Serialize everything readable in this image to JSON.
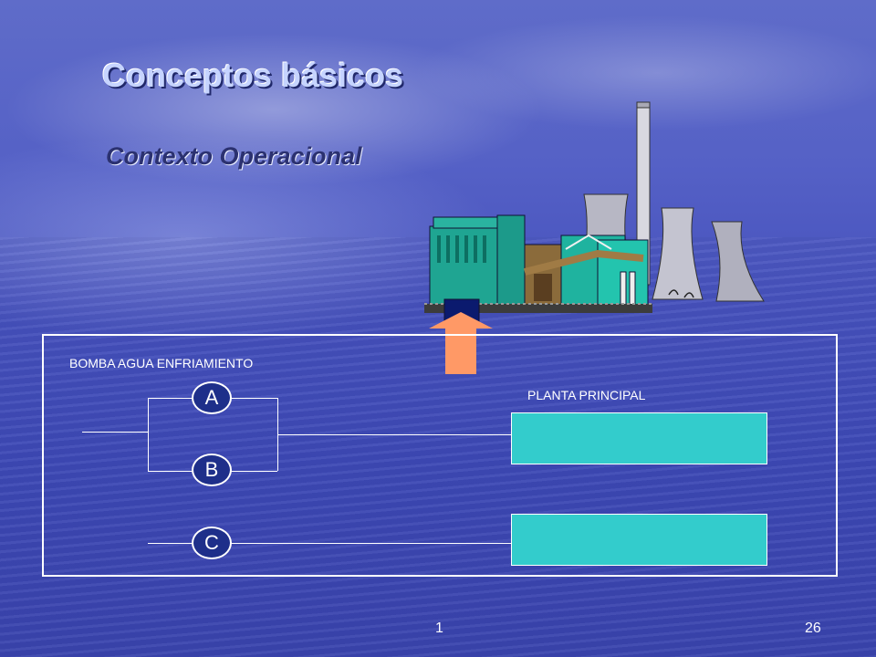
{
  "slide": {
    "title": "Conceptos básicos",
    "subtitle": "Contexto Operacional",
    "pump_label": "BOMBA AGUA ENFRIAMIENTO",
    "plant_label": "PLANTA PRINCIPAL",
    "pumps": [
      "A",
      "B",
      "C"
    ],
    "footer_left": "1",
    "footer_right": "26"
  },
  "colors": {
    "background": "#4a56c0",
    "plant_box": "#33cccc",
    "arrow": "#ff9966",
    "pump_fill": "#1e2f8a"
  },
  "icons": {
    "plant_illustration": "power-plant-icon",
    "arrow": "up-arrow-icon"
  }
}
